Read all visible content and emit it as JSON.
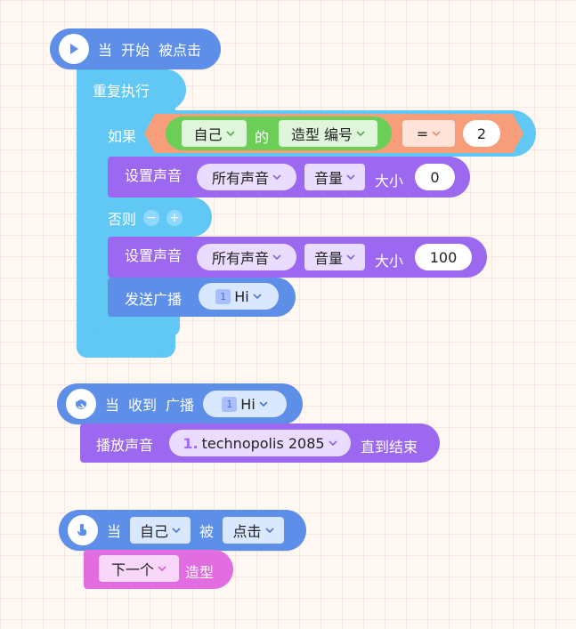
{
  "colors": {
    "event_blue": "#5d8ee8",
    "control_cyan": "#61c7f5",
    "sound_purple": "#9c68ef",
    "looks_pink": "#e16de1",
    "operator_green": "#6bcf57",
    "operator_orange": "#f79d7a"
  },
  "icons": {
    "start": "play-icon",
    "broadcast": "broadcast-icon",
    "click": "hand-icon"
  },
  "script1": {
    "event": {
      "prefix": "当",
      "trigger": "开始",
      "suffix": "被点击"
    },
    "loop_label": "重复执行",
    "if_label": "如果",
    "condition": {
      "left_target": "自己",
      "middle_text": "的",
      "property": "造型 编号",
      "operator": "=",
      "value": "2"
    },
    "if_action": {
      "label": "设置声音",
      "scope": "所有声音",
      "attribute": "音量",
      "size_label": "大小",
      "value": "0"
    },
    "else_label": "否则",
    "else_actions": [
      {
        "label": "设置声音",
        "scope": "所有声音",
        "attribute": "音量",
        "size_label": "大小",
        "value": "100"
      },
      {
        "label": "发送广播",
        "broadcast_index": "1",
        "broadcast_name": "Hi"
      }
    ]
  },
  "script2": {
    "event": {
      "prefix": "当",
      "middle": "收到",
      "suffix": "广播",
      "broadcast_index": "1",
      "broadcast_name": "Hi"
    },
    "action": {
      "label": "播放声音",
      "sound_index": "1.",
      "sound_name": "technopolis 2085",
      "until": "直到结束"
    }
  },
  "script3": {
    "event": {
      "prefix": "当",
      "target": "自己",
      "middle": "被",
      "action": "点击"
    },
    "action": {
      "target": "下一个",
      "label": "造型"
    }
  }
}
